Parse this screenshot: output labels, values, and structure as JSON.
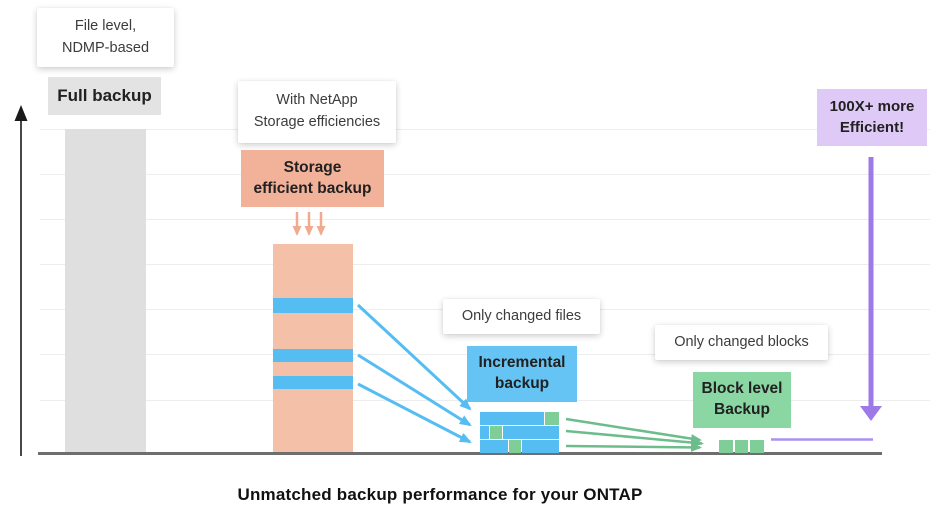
{
  "title": "Unmatched backup performance for your ONTAP",
  "cards": {
    "file_level": "File level,\nNDMP-based",
    "with_netapp": "With NetApp\nStorage efficiencies",
    "only_changed_files": "Only changed files",
    "only_changed_blocks": "Only changed blocks"
  },
  "bars": {
    "full": {
      "label": "Full backup"
    },
    "storage_efficient": {
      "label": "Storage\nefficient backup"
    },
    "incremental": {
      "label": "Incremental\nbackup"
    },
    "block_level": {
      "label": "Block level\nBackup"
    }
  },
  "badges": {
    "efficiency": "100X+ more\nEfficient!"
  },
  "colors": {
    "full_bar": "#dfdfdf",
    "full_label_bg": "#e3e3e3",
    "salmon": "#f5c0a8",
    "salmon_label": "#f2b29a",
    "salmon_arrow": "#f0aa90",
    "blue": "#55bdf1",
    "blue_label": "#66c4f4",
    "green": "#7fce98",
    "green_label": "#8bd7a4",
    "green_line": "#6cbd8b",
    "purple": "#9d7ae8",
    "purple_line": "#ab91f0",
    "lavender": "#dfc9f6",
    "gridline": "#ededed",
    "baseline": "#6e6e6e",
    "axis": "#1a1a1a",
    "text_dark": "#212121",
    "card_text": "#3c3c3c"
  }
}
